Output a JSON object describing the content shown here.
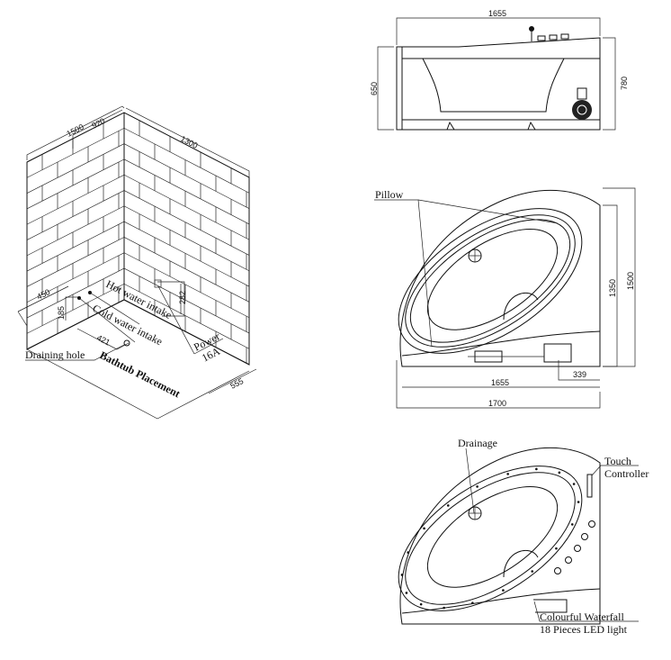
{
  "isometric": {
    "dims": {
      "wall_left": "1500",
      "offset_920": "920",
      "wall_right": "1300",
      "hot_height": "450",
      "cold_offset": "185",
      "drain_offset": "421",
      "power_height": "282",
      "depth": "555"
    },
    "labels": {
      "hot": "Hot water intake",
      "cold": "Cold water intake",
      "drain": "Draining hole",
      "power": "Power",
      "power_rating": "16A",
      "placement": "Bathtub Placement"
    }
  },
  "elevation": {
    "dims": {
      "width": "1655",
      "height_left": "650",
      "height_right": "780"
    }
  },
  "plan": {
    "labels": {
      "pillow": "Pillow"
    },
    "dims": {
      "inner_height": "1350",
      "outer_height": "1500",
      "offset": "339",
      "inner_width": "1655",
      "outer_width": "1700"
    }
  },
  "features": {
    "labels": {
      "drainage": "Drainage",
      "touch_line1": "Touch",
      "touch_line2": "Controller",
      "waterfall": "Colourful Waterfall",
      "led": "18 Pieces LED light"
    }
  }
}
